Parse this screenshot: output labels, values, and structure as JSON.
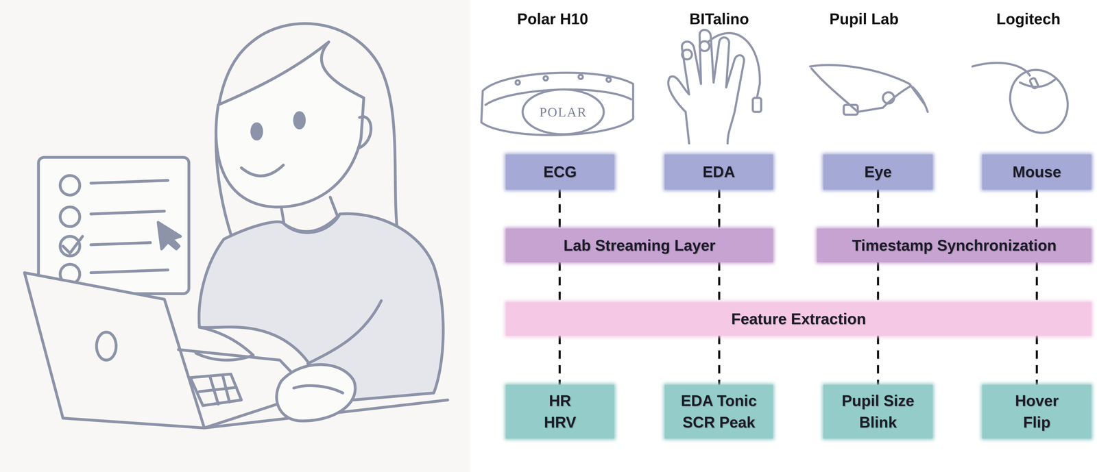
{
  "diagram": {
    "nodes": [
      {
        "text": [
          "ECG"
        ]
      },
      {
        "text": [
          "EDA"
        ]
      },
      {
        "text": [
          "Eye"
        ]
      },
      {
        "text": [
          "Mouse"
        ]
      },
      {
        "text": [
          "Lab Streaming Layer"
        ]
      },
      {
        "text": [
          "Timestamp Synchronization"
        ]
      },
      {
        "text": [
          "Feature Extraction"
        ]
      },
      {
        "text": [
          "HR",
          "HRV"
        ]
      },
      {
        "text": [
          "EDA Tonic",
          "SCR Peak"
        ]
      },
      {
        "text": [
          "Pupil Size",
          "Blink"
        ]
      },
      {
        "text": [
          "Hover",
          "Flip"
        ]
      }
    ],
    "edges": [
      {
        "from": 0,
        "to": 4,
        "arrow": "none"
      },
      {
        "from": 1,
        "to": 4,
        "arrow": "none"
      },
      {
        "from": 2,
        "to": 5,
        "arrow": "none"
      },
      {
        "from": 3,
        "to": 5,
        "arrow": "none"
      },
      {
        "from": 4,
        "to": 6,
        "arrow": "none"
      },
      {
        "from": 4,
        "to": 6,
        "arrow": "none"
      },
      {
        "from": 5,
        "to": 6,
        "arrow": "none"
      },
      {
        "from": 5,
        "to": 6,
        "arrow": "none"
      },
      {
        "from": 6,
        "to": 7,
        "arrow": "none"
      },
      {
        "from": 6,
        "to": 8,
        "arrow": "none"
      },
      {
        "from": 6,
        "to": 9,
        "arrow": "none"
      },
      {
        "from": 6,
        "to": 10,
        "arrow": "none"
      }
    ],
    "labels": [
      "Polar H10",
      "BITalino",
      "Pupil Lab",
      "Logitech",
      "POLAR"
    ]
  }
}
